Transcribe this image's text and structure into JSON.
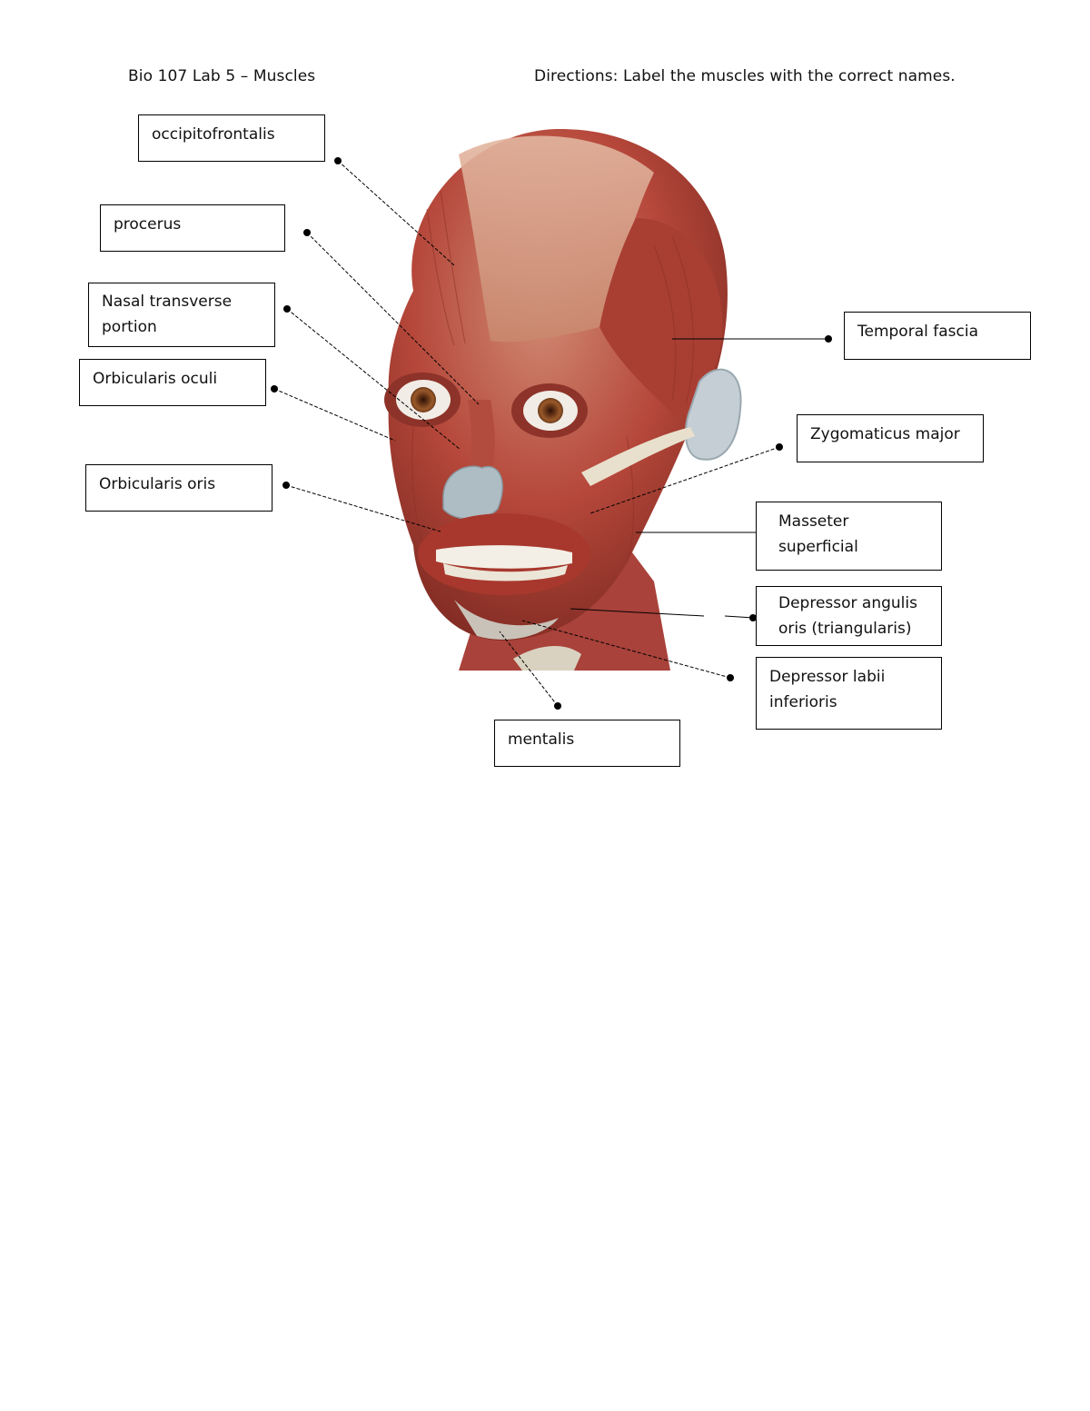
{
  "header": {
    "title": "Bio 107 Lab 5 – Muscles",
    "directions": "Directions: Label the muscles with the correct names."
  },
  "labels": {
    "occipitofrontalis": {
      "lines": [
        "occipitofrontalis"
      ]
    },
    "procerus": {
      "lines": [
        "procerus"
      ]
    },
    "nasal": {
      "lines": [
        "Nasal transverse",
        "portion"
      ]
    },
    "orbic_oculi": {
      "lines": [
        "Orbicularis oculi"
      ]
    },
    "orbic_oris": {
      "lines": [
        "Orbicularis oris"
      ]
    },
    "temporal": {
      "lines": [
        "Temporal fascia"
      ]
    },
    "zygomaticus": {
      "lines": [
        "Zygomaticus major"
      ]
    },
    "masseter": {
      "lines": [
        "Masseter",
        "superficial"
      ]
    },
    "depressor_anguli": {
      "lines": [
        "Depressor angulis",
        "oris (triangularis)"
      ]
    },
    "depressor_labii": {
      "lines": [
        "Depressor labii",
        "inferioris"
      ]
    },
    "mentalis": {
      "lines": [
        "mentalis"
      ]
    }
  },
  "colors": {
    "muscle": "#b5473a",
    "muscle_dark": "#7e2a22",
    "skin_fascia": "#d7a58c",
    "cartilage": "#aebcc4",
    "bone": "#e8e0cc",
    "iris": "#9a5a2a"
  }
}
